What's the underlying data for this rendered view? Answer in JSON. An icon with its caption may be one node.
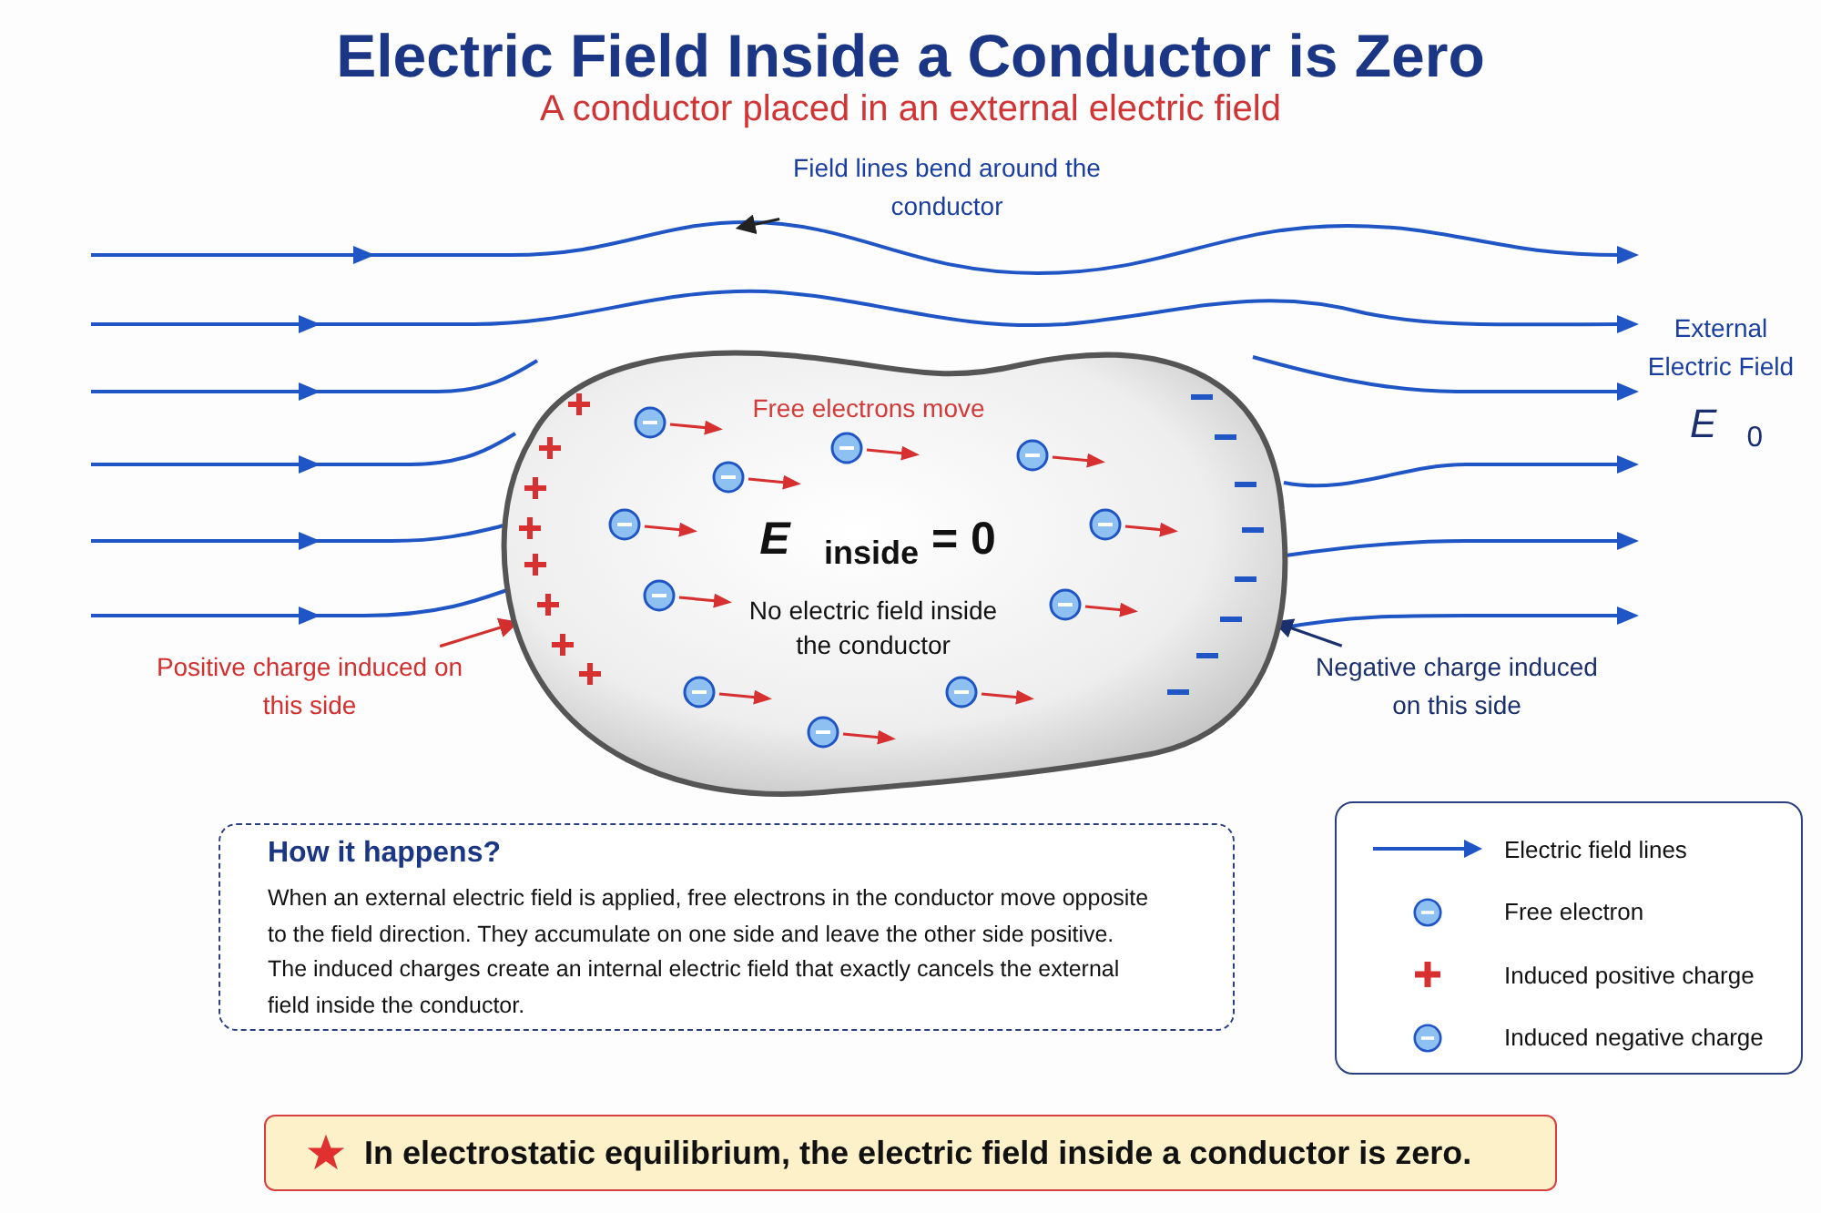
{
  "diagram": {
    "title": "Electric Field Inside a Conductor is Zero",
    "nodes": [
      {
        "text": [
          "Free electrons move",
          "*E⃗*$_{inside}$ = 0",
          "No electric field inside the conductor"
        ]
      },
      {
        "text": [
          "Field lines bend around the conductor"
        ]
      },
      {
        "text": [
          "Positive charge induced on this side"
        ]
      },
      {
        "text": [
          "Negative charge induced on this side"
        ]
      },
      {
        "text": [
          "How it happens?",
          "When an external electric field is applied, free electrons in the conductor move opposite to the field direction. They accumulate on one side and leave the other side positive. The induced charges create an internal electric field that exactly cancels the external field inside the conductor."
        ]
      },
      {
        "text": [
          "In electrostatic equilibrium, the electric field inside a conductor is zero."
        ]
      }
    ],
    "edges": [
      {
        "from": 1,
        "to": null,
        "arrow": "to"
      },
      {
        "from": 2,
        "to": 0,
        "arrow": "to",
        "color": "#d32f2f"
      },
      {
        "from": 3,
        "to": 0,
        "arrow": "to",
        "color": "#1a2f6e"
      }
    ],
    "labels": [
      "A conductor placed in an external electric field",
      "External Electric Field",
      "*E⃗*$_{0}$"
    ],
    "legend": [
      {
        "text": "Electric field lines"
      },
      {
        "text": "Free electron"
      },
      {
        "text": "Induced positive charge"
      },
      {
        "text": "Induced negative charge"
      }
    ]
  }
}
